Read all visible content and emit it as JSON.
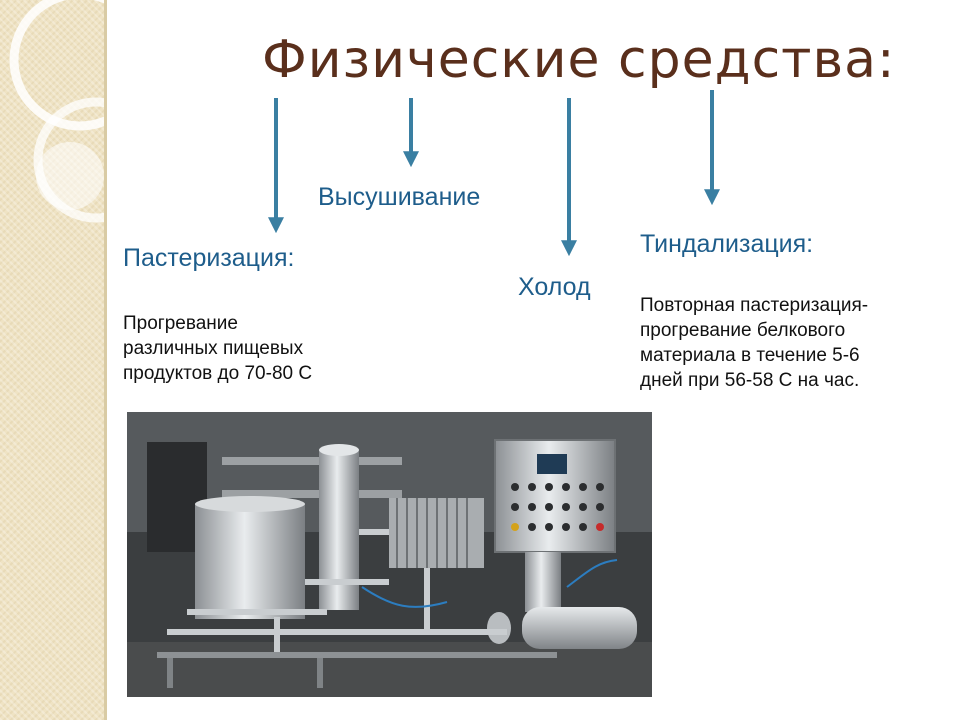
{
  "title": "Физические средства:",
  "methods": {
    "pasteurization": {
      "label": "Пастеризация:",
      "description": "Прогревание\nразличных пищевых\nпродуктов до 70-80  С"
    },
    "drying": {
      "label": "Высушивание"
    },
    "cold": {
      "label": "Холод"
    },
    "tyndallization": {
      "label": "Тиндализация:",
      "description": "Повторная пастеризация-\nпрогревание белкового\nматериала в течение 5-6\nдней при 56-58  С на час."
    }
  },
  "photo": {
    "subject": "pasteurization-equipment"
  },
  "colors": {
    "title": "#5a2f1c",
    "label": "#1e5d8b",
    "arrow": "#3a7fa2",
    "sidebar": "#efe3c4"
  }
}
